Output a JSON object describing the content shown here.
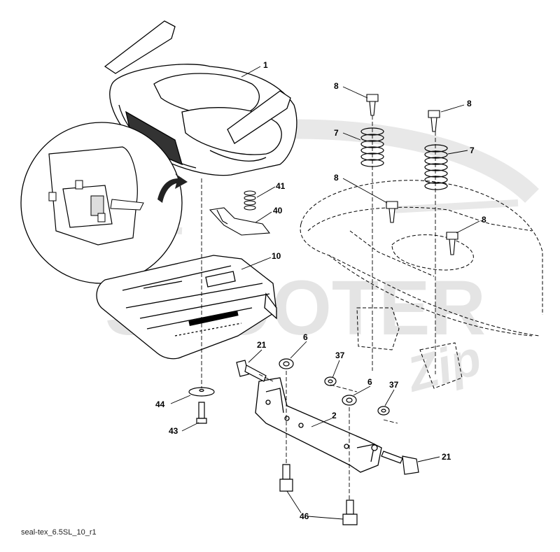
{
  "diagram": {
    "caption": "seal-tex_6.5SL_10_r1",
    "watermark": {
      "text_main": "SCOOTER",
      "text_script": "Zip",
      "color": "#e4e4e4"
    },
    "line_color": "#000000",
    "callouts": {
      "c1": "1",
      "c2": "2",
      "c6a": "6",
      "c6b": "6",
      "c7a": "7",
      "c7b": "7",
      "c8a": "8",
      "c8b": "8",
      "c8c": "8",
      "c8d": "8",
      "c10": "10",
      "c21a": "21",
      "c21b": "21",
      "c37a": "37",
      "c37b": "37",
      "c40": "40",
      "c41": "41",
      "c43": "43",
      "c44": "44",
      "c46": "46"
    }
  }
}
